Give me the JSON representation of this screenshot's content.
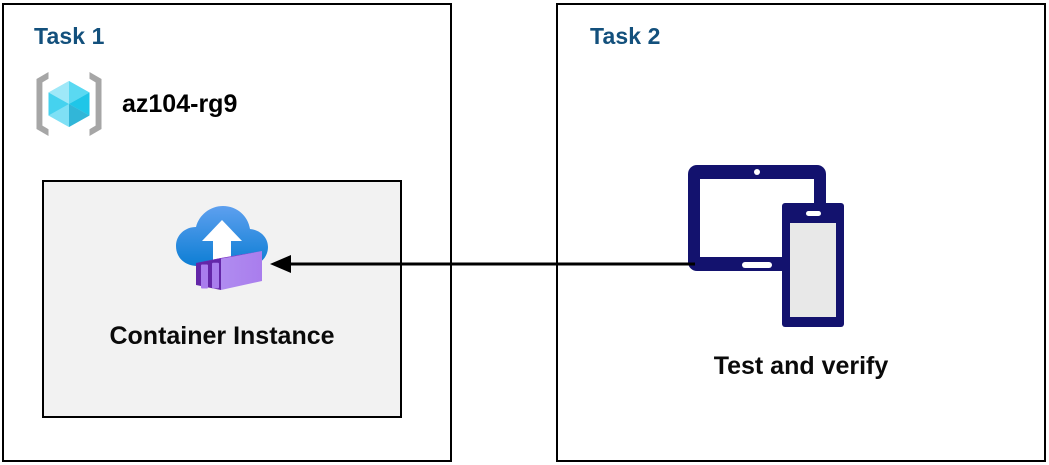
{
  "diagram": {
    "title_color": "#13507c",
    "background": "#ffffff",
    "panels": [
      {
        "id": "task1",
        "title": "Task 1",
        "resource_group": {
          "icon": "azure-resource-group-icon",
          "label": "az104-rg9"
        },
        "resource": {
          "icon": "azure-container-instance-icon",
          "label": "Container Instance",
          "box_fill": "#f2f2f2",
          "box_border": "#000000"
        }
      },
      {
        "id": "task2",
        "title": "Task 2",
        "resource": {
          "icon": "devices-tablet-phone-icon",
          "label": "Test and verify",
          "icon_color": "#13126e"
        }
      }
    ],
    "connector": {
      "name": "arrow-task2-to-container-instance",
      "direction": "left",
      "color": "#000000"
    }
  }
}
